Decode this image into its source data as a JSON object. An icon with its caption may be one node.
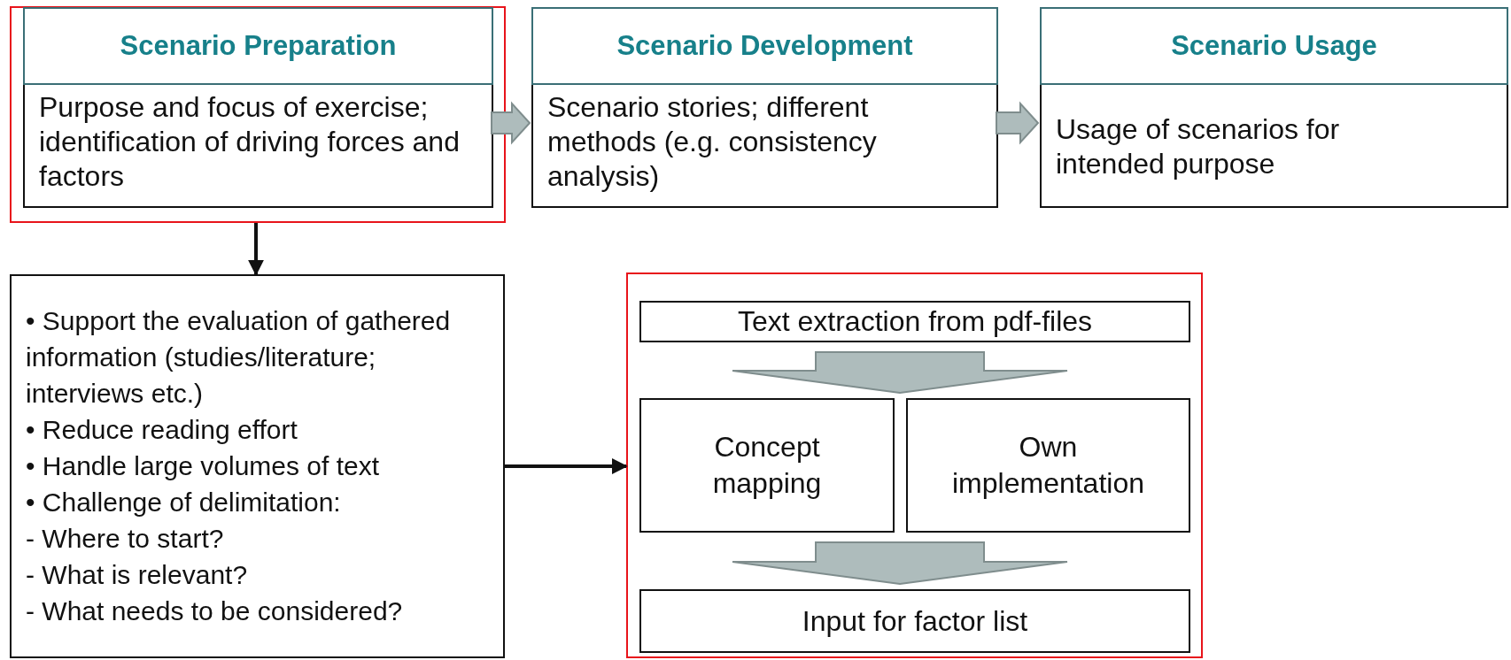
{
  "diagram": {
    "nodes": [
      {
        "text": [],
        "shape": "box"
      },
      {
        "text": [
          "Scenario Preparation",
          "Purpose and focus of exercise; identification of driving forces and factors"
        ],
        "in": 0
      },
      {
        "text": [
          "Scenario Development",
          "Scenario stories; different methods (e.g. consistency analysis)"
        ]
      },
      {
        "text": [
          "Scenario Usage",
          "Usage of scenarios for intended purpose"
        ]
      },
      {
        "text": [
          "• Support the evaluation of gathered information (studies/literature; interviews etc.)",
          "• Reduce reading effort",
          "• Handle large volumes of text",
          "• Challenge of delimitation:",
          "- Where to start?",
          "- What is relevant?",
          "- What needs to be considered?"
        ]
      },
      {
        "text": [],
        "shape": "box"
      },
      {
        "text": [
          "Text extraction from pdf-files"
        ],
        "in": 5
      },
      {
        "text": [
          "Concept mapping"
        ],
        "in": 5
      },
      {
        "text": [
          "Own implementation"
        ],
        "in": 5
      },
      {
        "text": [
          "Input for factor list"
        ],
        "in": 5
      }
    ],
    "edges": [
      {
        "from": 1,
        "to": 2,
        "arrow": "to",
        "style": "thick",
        "color": "#aebcbc"
      },
      {
        "from": 2,
        "to": 3,
        "arrow": "to",
        "style": "thick",
        "color": "#aebcbc"
      },
      {
        "from": 0,
        "to": 4,
        "arrow": "to"
      },
      {
        "from": 4,
        "to": 5,
        "arrow": "to"
      },
      {
        "from": 6,
        "to": 7,
        "arrow": "to",
        "style": "thick",
        "color": "#aebcbc"
      },
      {
        "from": 6,
        "to": 8,
        "arrow": "to",
        "style": "thick",
        "color": "#aebcbc"
      },
      {
        "from": 7,
        "to": 9,
        "arrow": "to",
        "style": "thick",
        "color": "#aebcbc"
      },
      {
        "from": 8,
        "to": 9,
        "arrow": "to",
        "style": "thick",
        "color": "#aebcbc"
      }
    ]
  }
}
